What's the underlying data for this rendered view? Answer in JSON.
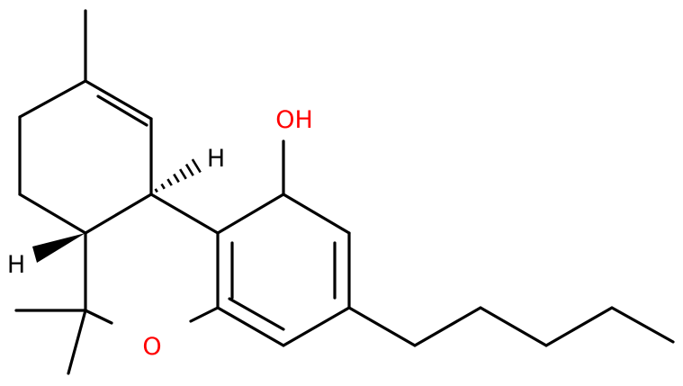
{
  "molecule": {
    "atom_labels": {
      "hydroxyl": "OH",
      "ring_oxygen": "O",
      "hydrogen_top": "H",
      "hydrogen_left": "H"
    },
    "colors": {
      "bond": "#000000",
      "oxygen": "#ff0000",
      "hydrogen": "#000000"
    }
  }
}
